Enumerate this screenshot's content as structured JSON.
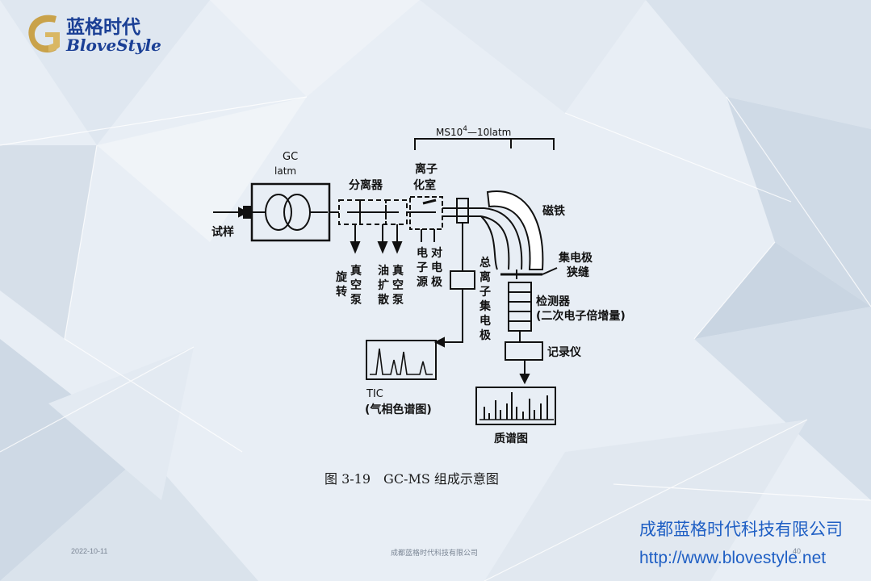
{
  "logo": {
    "name_cn": "蓝格时代",
    "name_en": "BloveStyle",
    "brand_color": "#1a3f95",
    "gold": "#c9a24a"
  },
  "diagram": {
    "ms_range": "MS10",
    "ms_exp": "4",
    "ms_range_tail": "—10latm",
    "gc_label": "GC",
    "gc_sub": "latm",
    "sample": "试样",
    "separator": "分离器",
    "ion_room_1": "离子",
    "ion_room_2": "化室",
    "magnet": "磁铁",
    "collector_1": "集电极",
    "collector_2": "狭缝",
    "detector_1": "检测器",
    "detector_2": "(二次电子倍增量)",
    "recorder": "记录仪",
    "rotary_pump": [
      "旋",
      "转"
    ],
    "vacuum_pump_1": [
      "真",
      "空",
      "泵"
    ],
    "oil_pump": [
      "油",
      "扩",
      "散"
    ],
    "vacuum_pump_2": [
      "真",
      "空",
      "泵"
    ],
    "power_1": [
      "电",
      "子",
      "源"
    ],
    "power_2": [
      "对",
      "电",
      "极"
    ],
    "total_ion": [
      "总",
      "离",
      "子",
      "集",
      "电",
      "极"
    ],
    "tic_1": "TIC",
    "tic_2": "(气相色谱图)",
    "mass_spec": "质谱图"
  },
  "caption": "图 3-19　GC-MS 组成示意图",
  "company": "成都蓝格时代科技有限公司",
  "url": "http://www.blovestyle.net",
  "footer": {
    "date": "2022-10-11",
    "center": "成都蓝格时代科技有限公司",
    "page": "40"
  },
  "colors": {
    "accent": "#1f5fc4",
    "ink": "#111111"
  }
}
